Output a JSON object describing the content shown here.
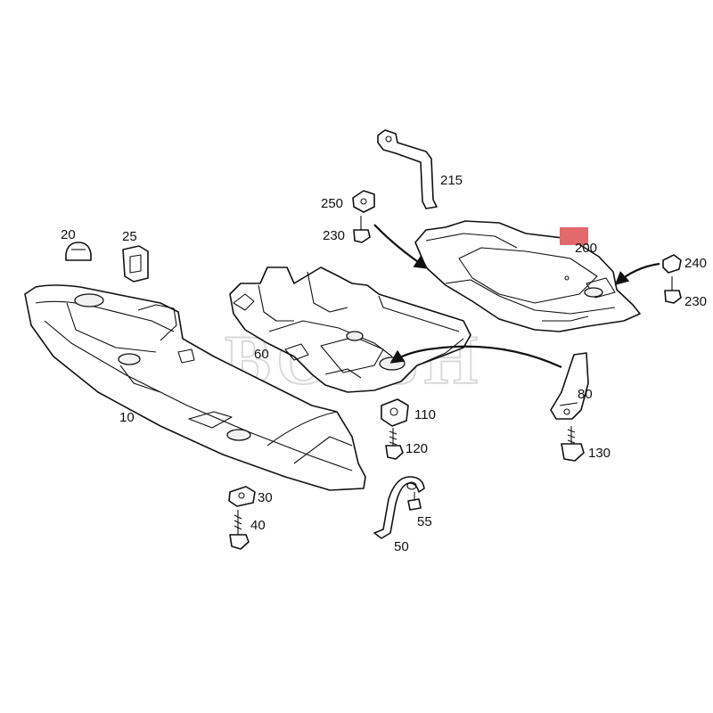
{
  "watermark": "BOSSH",
  "highlight_color": "#e36a6a",
  "callouts": {
    "p10": "10",
    "p20": "20",
    "p25": "25",
    "p30": "30",
    "p40": "40",
    "p50": "50",
    "p55": "55",
    "p60": "60",
    "p80": "80",
    "p110": "110",
    "p120": "120",
    "p130": "130",
    "p200": "200",
    "p215": "215",
    "p230a": "230",
    "p230b": "230",
    "p240": "240",
    "p250": "250"
  }
}
